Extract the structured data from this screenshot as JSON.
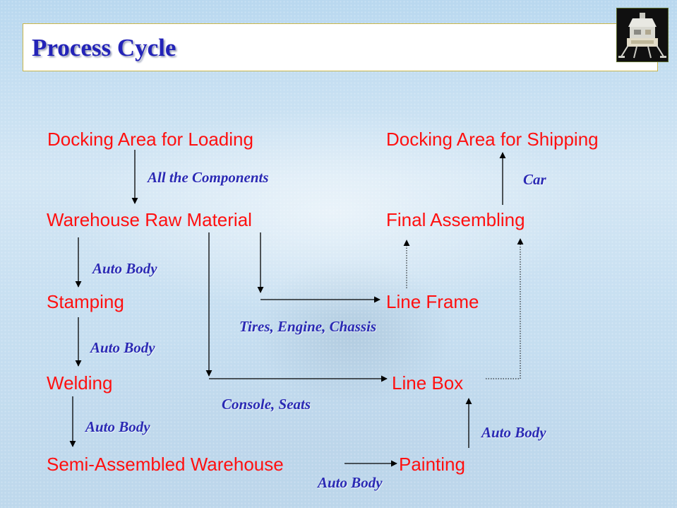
{
  "title": "Process Cycle",
  "nodes": {
    "docking_loading": "Docking Area for Loading",
    "docking_shipping": "Docking Area for Shipping",
    "warehouse_raw": "Warehouse Raw Material",
    "final_assembling": "Final Assembling",
    "stamping": "Stamping",
    "line_frame": "Line Frame",
    "welding": "Welding",
    "line_box": "Line Box",
    "semi_assembled": "Semi-Assembled Warehouse",
    "painting": "Painting"
  },
  "labels": {
    "all_components": "All the Components",
    "car": "Car",
    "auto_body_1": "Auto Body",
    "auto_body_2": "Auto Body",
    "auto_body_3": "Auto Body",
    "auto_body_4": "Auto Body",
    "auto_body_5": "Auto Body",
    "tires_engine_chassis": "Tires, Engine, Chassis",
    "console_seats": "Console, Seats"
  },
  "colors": {
    "node_text": "#ff1010",
    "label_text": "#2a2ab4",
    "title_text": "#2323b8"
  },
  "photo_icon": "lunar-module-icon"
}
